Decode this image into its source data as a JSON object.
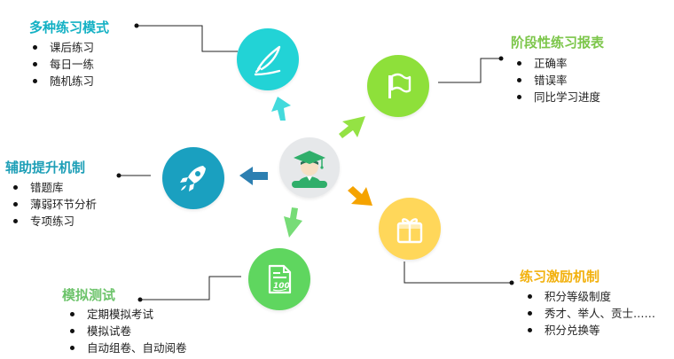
{
  "colors": {
    "cyan": "#22d3d6",
    "green": "#8ee03a",
    "blue": "#1aa0c0",
    "yellow": "#ffd75a",
    "lime": "#5fd65f",
    "center_gray": "#e6e8ea",
    "cyan_title": "#14b1c4",
    "green_title": "#7cc64a",
    "blue_title": "#1e9fb7",
    "yellow_title": "#f2b10e",
    "lime_title": "#6cc36a",
    "arrow_blue": "#2c7fb1",
    "arrow_orange": "#f5a300"
  },
  "center": {
    "icon": "graduate-student-icon"
  },
  "groups": {
    "practice_modes": {
      "icon": "knife-pen-icon",
      "title": "多种练习模式",
      "items": [
        "课后练习",
        "每日一练",
        "随机练习"
      ]
    },
    "stage_report": {
      "icon": "flag-icon",
      "title": "阶段性练习报表",
      "items": [
        "正确率",
        "错误率",
        "同比学习进度"
      ]
    },
    "assist_mechanism": {
      "icon": "rocket-icon",
      "title": "辅助提升机制",
      "items": [
        "错题库",
        "薄弱环节分析",
        "专项练习"
      ]
    },
    "incentive": {
      "icon": "gift-icon",
      "title": "练习激励机制",
      "items": [
        "积分等级制度",
        "秀才、举人、贡士……",
        "积分兑换等"
      ]
    },
    "mock_test": {
      "icon": "test-paper-100-icon",
      "title": "模拟测试",
      "items": [
        "定期模拟考试",
        "模拟试卷",
        "自动组卷、自动阅卷"
      ]
    }
  }
}
